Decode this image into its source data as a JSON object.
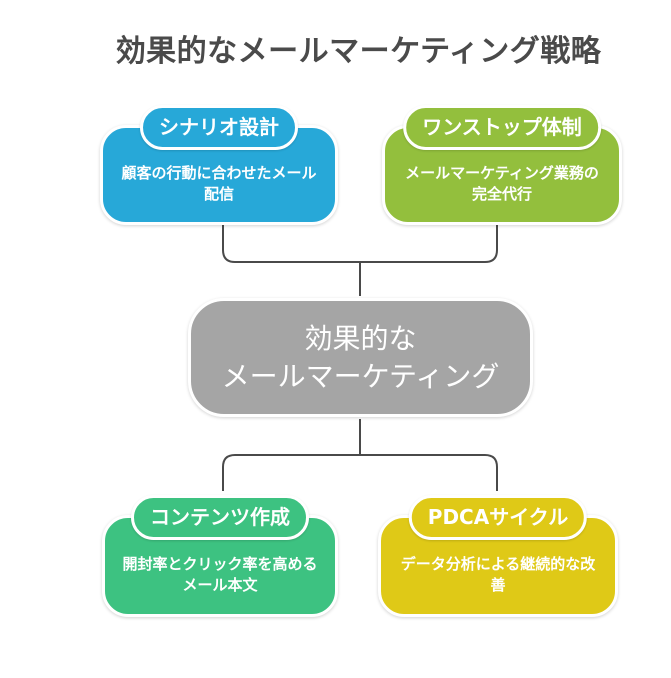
{
  "title": "効果的なメールマーケティング戦略",
  "center_node": {
    "label": "効果的な\nメールマーケティング",
    "color": "#a5a5a5"
  },
  "nodes": [
    {
      "heading": "シナリオ設計",
      "body": "顧客の行動に合わせたメール\n配信",
      "color": "#27a8d8",
      "position": "top-left"
    },
    {
      "heading": "ワンストップ体制",
      "body": "メールマーケティング業務の\n完全代行",
      "color": "#93bf3d",
      "position": "top-right"
    },
    {
      "heading": "コンテンツ作成",
      "body": "開封率とクリック率を高める\nメール本文",
      "color": "#3dc281",
      "position": "bottom-left"
    },
    {
      "heading": "PDCAサイクル",
      "body": "データ分析による継続的な改\n善",
      "color": "#dfc917",
      "position": "bottom-right"
    }
  ],
  "colors": {
    "background": "#ffffff",
    "connector": "#4a4a4a",
    "title_text": "#4a4a4a",
    "node_text": "#ffffff",
    "node_border": "#ffffff"
  }
}
